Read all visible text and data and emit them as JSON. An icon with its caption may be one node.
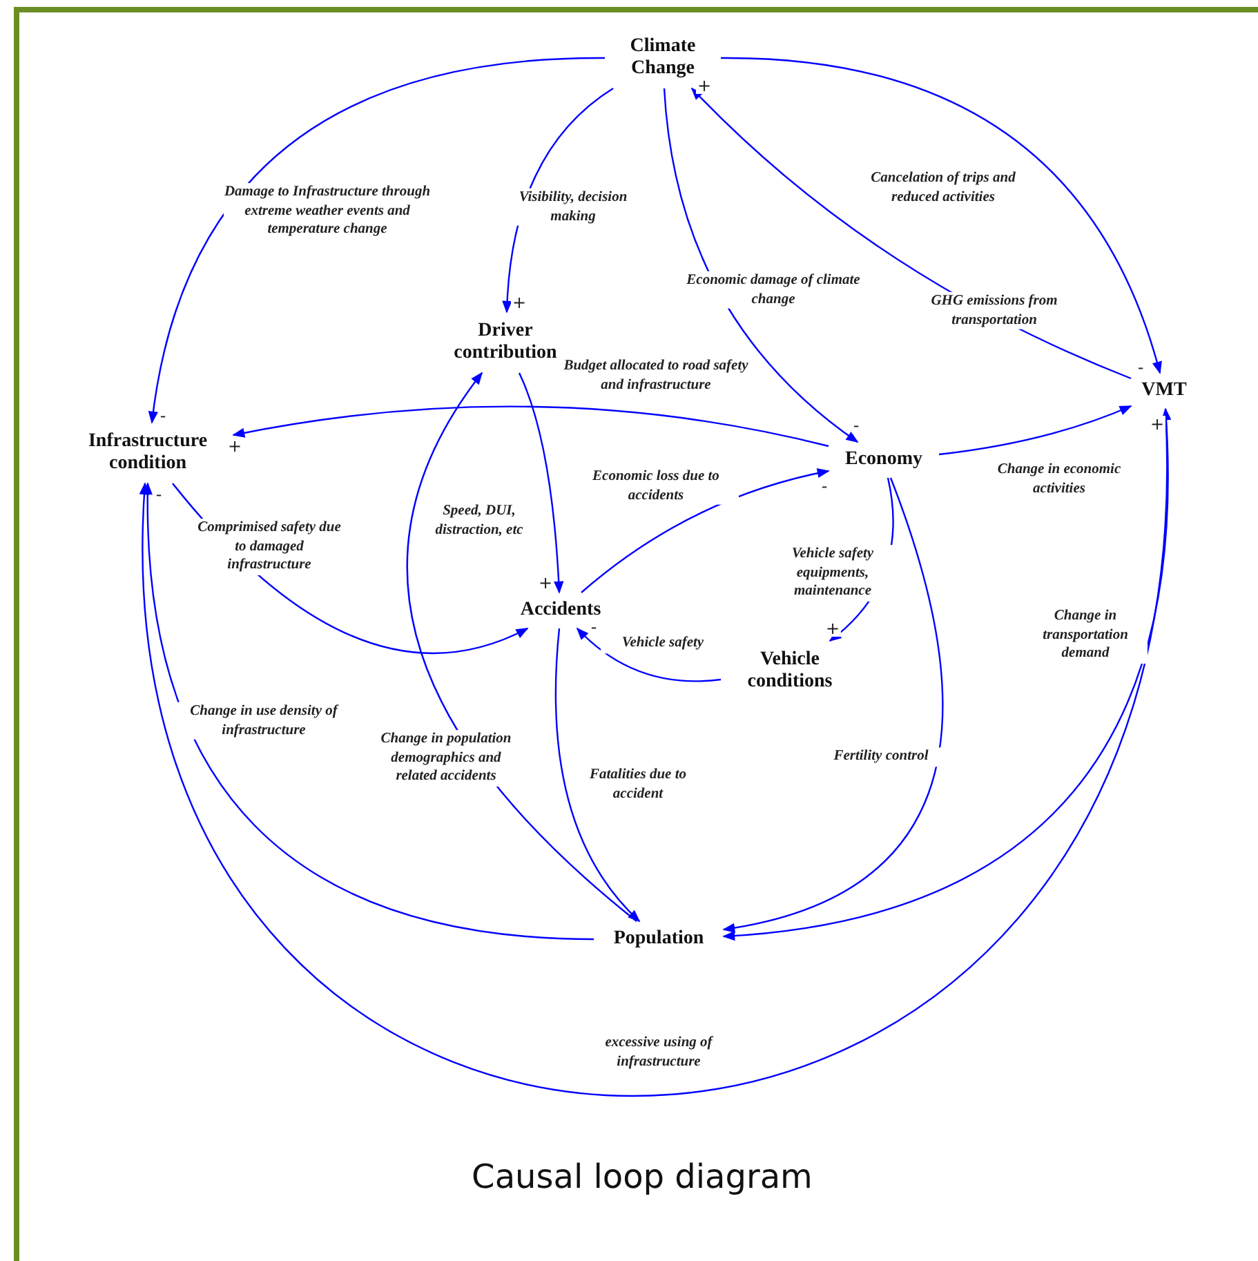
{
  "diagram": {
    "caption": "Causal loop diagram",
    "nodes": [
      {
        "text": [
          "Climate Change"
        ]
      },
      {
        "text": [
          "Driver contribution"
        ]
      },
      {
        "text": [
          "Infrastructure condition"
        ]
      },
      {
        "text": [
          "Economy"
        ]
      },
      {
        "text": [
          "VMT"
        ]
      },
      {
        "text": [
          "Accidents"
        ]
      },
      {
        "text": [
          "Vehicle conditions"
        ]
      },
      {
        "text": [
          "Population"
        ]
      }
    ],
    "edges": [
      {
        "from": 0,
        "to": 2,
        "arrow": "to",
        "label": "Damage to Infrastructure through extreme weather events and temperature change"
      },
      {
        "from": 0,
        "to": 1,
        "arrow": "to",
        "label": "Visibility, decision making"
      },
      {
        "from": 0,
        "to": 3,
        "arrow": "to",
        "label": "Economic damage of climate change"
      },
      {
        "from": 0,
        "to": 4,
        "arrow": "to",
        "label": "Cancelation of trips and reduced activities"
      },
      {
        "from": 4,
        "to": 0,
        "arrow": "to",
        "label": "GHG emissions from transportation"
      },
      {
        "from": 3,
        "to": 2,
        "arrow": "to",
        "label": "Budget allocated to road safety and infrastructure"
      },
      {
        "from": 3,
        "to": 4,
        "arrow": "to",
        "label": "Change in economic activities"
      },
      {
        "from": 1,
        "to": 5,
        "arrow": "to",
        "label": "Speed, DUI, distraction, etc"
      },
      {
        "from": 2,
        "to": 5,
        "arrow": "to",
        "label": "Comprimised safety due to damaged infrastructure"
      },
      {
        "from": 5,
        "to": 3,
        "arrow": "to",
        "label": "Economic loss due to accidents"
      },
      {
        "from": 3,
        "to": 6,
        "arrow": "to",
        "label": "Vehicle safety equipments, maintenance"
      },
      {
        "from": 6,
        "to": 5,
        "arrow": "to",
        "label": "Vehicle safety"
      },
      {
        "from": 5,
        "to": 7,
        "arrow": "to",
        "label": "Fatalities due to accident"
      },
      {
        "from": 3,
        "to": 7,
        "arrow": "to",
        "label": "Fertility control"
      },
      {
        "from": 4,
        "to": 7,
        "arrow": "both",
        "label": "Change in transportation demand"
      },
      {
        "from": 7,
        "to": 2,
        "arrow": "to",
        "label": "Change in use density of infrastructure"
      },
      {
        "from": 7,
        "to": 1,
        "arrow": "to",
        "label": "Change in population demographics and related accidents"
      },
      {
        "from": 4,
        "to": 2,
        "arrow": "to",
        "label": "excessive using of infrastructure"
      }
    ],
    "labels": [
      "+",
      "+",
      "-",
      "-",
      "-",
      "+",
      "-",
      "+",
      "-",
      "-",
      "+",
      "+"
    ]
  }
}
